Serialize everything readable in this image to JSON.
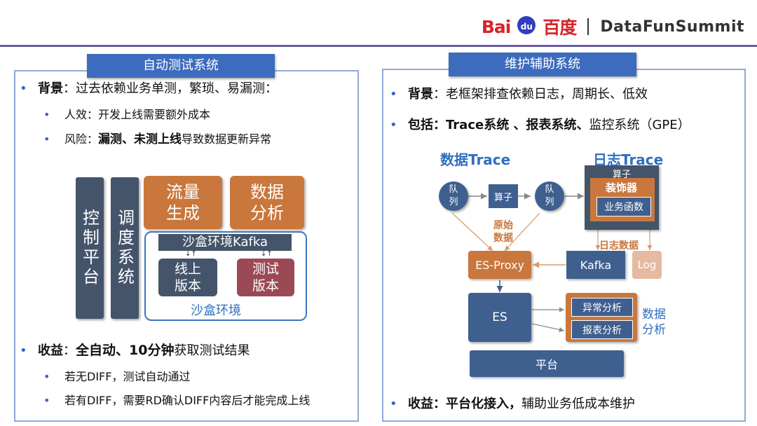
{
  "header": {
    "logo_bai": "Bai",
    "logo_du": "du",
    "logo_cn": "百度",
    "brand": "DataFunSummit"
  },
  "left": {
    "title": "自动测试系统",
    "bg_label": "背景",
    "bg_text": "：过去依赖业务单测，繁琐、易漏测：",
    "sub1": "人效：开发上线需要额外成本",
    "sub2_prefix": "风险：",
    "sub2_bold": "漏测、未测上线",
    "sub2_suffix": "导致数据更新异常",
    "diagram": {
      "control": "控制平台",
      "schedule": "调度系统",
      "traffic": "流量生成",
      "analysis": "数据分析",
      "kafka": "沙盒环境Kafka",
      "online": "线上版本",
      "test": "测试版本",
      "sandbox": "沙盒环境"
    },
    "gain_label": "收益",
    "gain_sep": "：",
    "gain_bold": "全自动、10分钟",
    "gain_text": "获取测试结果",
    "gain_sub1": "若无DIFF，测试自动通过",
    "gain_sub2": "若有DIFF，需要RD确认DIFF内容后才能完成上线"
  },
  "right": {
    "title": "维护辅助系统",
    "bg_label": "背景",
    "bg_text": "：老框架排查依赖日志，周期长、低效",
    "inc_label": "包括",
    "inc_bold": "：Trace系统 、报表系统、",
    "inc_text": "监控系统（GPE）",
    "diagram": {
      "data_trace": "数据Trace",
      "log_trace": "日志Trace",
      "queue1": "队列",
      "operator": "算子",
      "queue2": "队列",
      "op_outer": "算子",
      "decorator": "装饰器",
      "biz_func": "业务函数",
      "raw_data": "原始数据",
      "log_data": "日志数据",
      "es_proxy": "ES-Proxy",
      "kafka": "Kafka",
      "log": "Log",
      "es": "ES",
      "anomaly": "异常分析",
      "report": "报表分析",
      "data_analysis": "数据分析",
      "platform": "平台"
    },
    "gain_label": "收益",
    "gain_bold": "：平台化接入，",
    "gain_text": "辅助业务低成本维护"
  },
  "colors": {
    "accent_blue": "#3d6bbd",
    "slate": "#44546a",
    "orange": "#c9773c",
    "red_brand": "#d8232a"
  }
}
